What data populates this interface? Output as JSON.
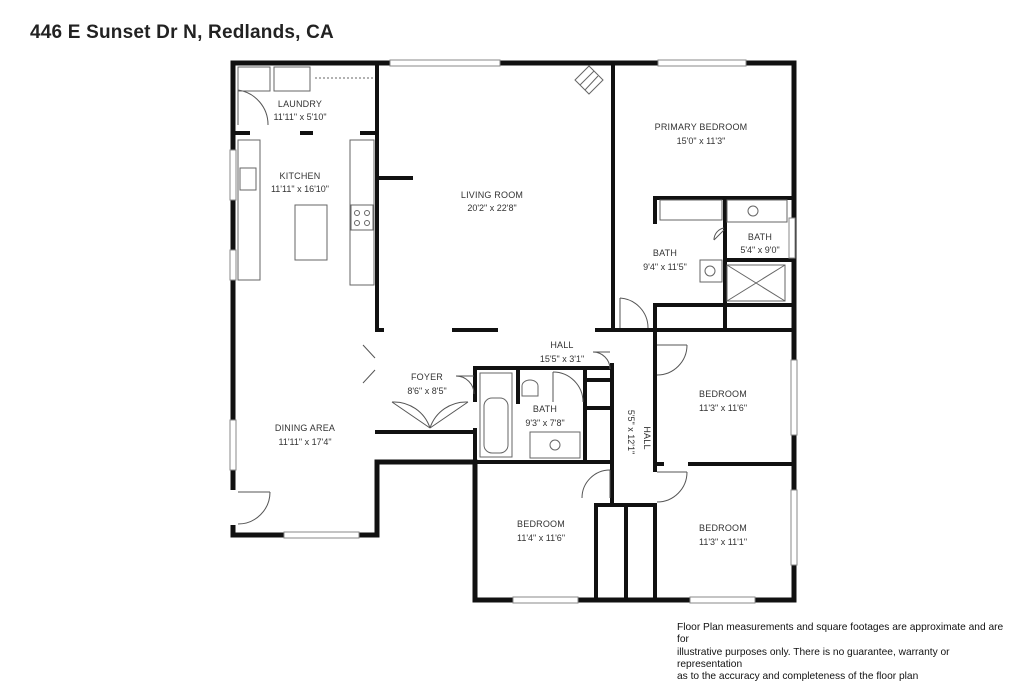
{
  "title": "446 E Sunset Dr N, Redlands, CA",
  "rooms": {
    "laundry": {
      "name": "LAUNDRY",
      "dims": "11'11\" x 5'10\""
    },
    "kitchen": {
      "name": "KITCHEN",
      "dims": "11'11\" x 16'10\""
    },
    "living_room": {
      "name": "LIVING ROOM",
      "dims": "20'2\" x 22'8\""
    },
    "primary_bedroom": {
      "name": "PRIMARY BEDROOM",
      "dims": "15'0\" x 11'3\""
    },
    "primary_bath": {
      "name": "BATH",
      "dims": "9'4\" x 11'5\""
    },
    "small_bath": {
      "name": "BATH",
      "dims": "5'4\" x 9'0\""
    },
    "hall_main": {
      "name": "HALL",
      "dims": "15'5\" x 3'1\""
    },
    "foyer": {
      "name": "FOYER",
      "dims": "8'6\" x 8'5\""
    },
    "hall_bath": {
      "name": "BATH",
      "dims": "9'3\" x 7'8\""
    },
    "hall_vertical": {
      "name": "HALL",
      "dims": "5'5\" x 12'1\""
    },
    "dining_area": {
      "name": "DINING AREA",
      "dims": "11'11\" x 17'4\""
    },
    "bedroom_east_upper": {
      "name": "BEDROOM",
      "dims": "11'3\" x 11'6\""
    },
    "bedroom_west": {
      "name": "BEDROOM",
      "dims": "11'4\" x 11'6\""
    },
    "bedroom_east_lower": {
      "name": "BEDROOM",
      "dims": "11'3\" x 11'1\""
    }
  },
  "disclaimer": {
    "line1": "Floor Plan measurements and square footages are approximate and are for",
    "line2": "illustrative purposes only. There is no guarantee, warranty or representation",
    "line3": "as to the accuracy and completeness of the floor plan"
  },
  "colors": {
    "wall": "#111111",
    "fixture": "#666666",
    "background": "#ffffff"
  }
}
